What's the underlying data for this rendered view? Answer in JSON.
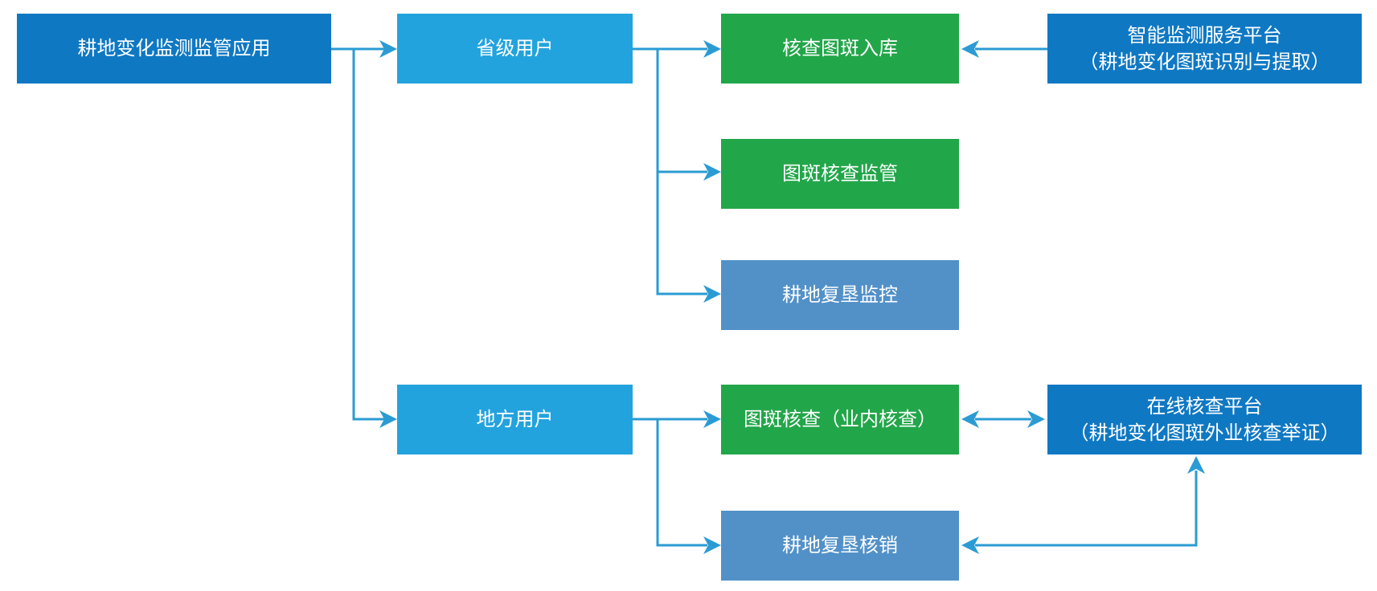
{
  "nodes": {
    "app": {
      "label": "耕地变化监测监管应用"
    },
    "provincial_user": {
      "label": "省级用户"
    },
    "local_user": {
      "label": "地方用户"
    },
    "patch_storage": {
      "label": "核查图斑入库"
    },
    "patch_supervision": {
      "label": "图斑核查监管"
    },
    "reclamation_monitoring": {
      "label": "耕地复垦监控"
    },
    "patch_verification": {
      "label": "图斑核查（业内核查）"
    },
    "reclamation_cancellation": {
      "label": "耕地复垦核销"
    },
    "smart_platform": {
      "line1": "智能监测服务平台",
      "line2": "（耕地变化图斑识别与提取）"
    },
    "online_platform": {
      "line1": "在线核查平台",
      "line2": "（耕地变化图斑外业核查举证）"
    }
  },
  "colors": {
    "dark_blue": "#0f78c3",
    "light_blue": "#23a3dd",
    "green": "#22a64a",
    "steel_blue": "#5291c8",
    "connector": "#2b9bd3"
  }
}
